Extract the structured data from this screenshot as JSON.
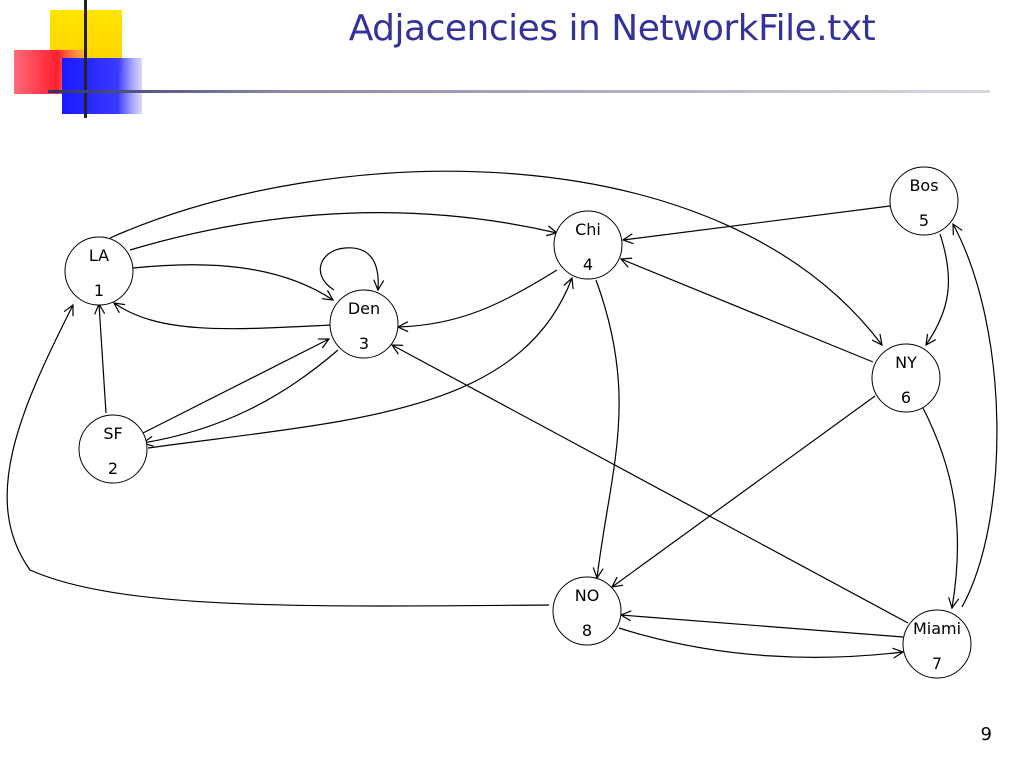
{
  "slide": {
    "title": "Adjacencies in NetworkFile.txt",
    "page_number": "9"
  },
  "nodes": [
    {
      "id": "LA",
      "name": "LA",
      "number": "1"
    },
    {
      "id": "SF",
      "name": "SF",
      "number": "2"
    },
    {
      "id": "Den",
      "name": "Den",
      "number": "3"
    },
    {
      "id": "Chi",
      "name": "Chi",
      "number": "4"
    },
    {
      "id": "Bos",
      "name": "Bos",
      "number": "5"
    },
    {
      "id": "NY",
      "name": "NY",
      "number": "6"
    },
    {
      "id": "Miami",
      "name": "Miami",
      "number": "7"
    },
    {
      "id": "NO",
      "name": "NO",
      "number": "8"
    }
  ],
  "edges": [
    {
      "from": "LA",
      "to": "Chi"
    },
    {
      "from": "LA",
      "to": "Den"
    },
    {
      "from": "LA",
      "to": "NY"
    },
    {
      "from": "SF",
      "to": "LA"
    },
    {
      "from": "SF",
      "to": "Den"
    },
    {
      "from": "SF",
      "to": "Chi"
    },
    {
      "from": "Den",
      "to": "LA"
    },
    {
      "from": "Den",
      "to": "SF"
    },
    {
      "from": "Den",
      "to": "Den"
    },
    {
      "from": "Chi",
      "to": "Den"
    },
    {
      "from": "Chi",
      "to": "NO"
    },
    {
      "from": "Bos",
      "to": "Chi"
    },
    {
      "from": "Bos",
      "to": "NY"
    },
    {
      "from": "NY",
      "to": "Chi"
    },
    {
      "from": "NY",
      "to": "NO"
    },
    {
      "from": "NY",
      "to": "Miami"
    },
    {
      "from": "Miami",
      "to": "Bos"
    },
    {
      "from": "Miami",
      "to": "Den"
    },
    {
      "from": "Miami",
      "to": "NO"
    },
    {
      "from": "NO",
      "to": "LA"
    },
    {
      "from": "NO",
      "to": "Miami"
    }
  ]
}
